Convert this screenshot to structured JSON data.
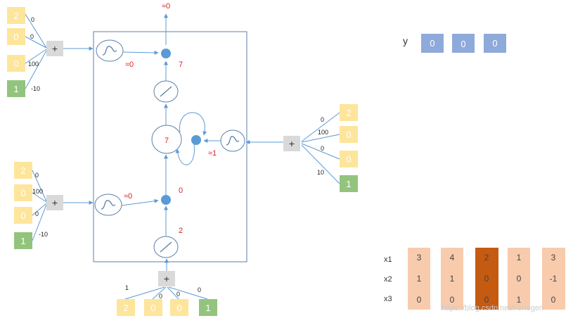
{
  "diagram": {
    "output_label": "≈0",
    "output_gate_value": "≈0",
    "output_dot_value": "7",
    "cell_value": "7",
    "forget_gate_value": "≈1",
    "input_gate_value": "≈0",
    "input_dot_value": "0",
    "candidate_value": "2",
    "plus": "+"
  },
  "output_gate_inputs": {
    "values": [
      "2",
      "0",
      "0",
      "1"
    ],
    "weights": [
      "0",
      "0",
      "100",
      "-10"
    ]
  },
  "input_gate_inputs": {
    "values": [
      "2",
      "0",
      "0",
      "1"
    ],
    "weights": [
      "0",
      "100",
      "0",
      "-10"
    ]
  },
  "forget_gate_inputs": {
    "values": [
      "2",
      "0",
      "0",
      "1"
    ],
    "weights": [
      "0",
      "100",
      "0",
      "10"
    ]
  },
  "candidate_inputs": {
    "values": [
      "2",
      "0",
      "0",
      "1"
    ],
    "weights": [
      "1",
      "0",
      "0",
      "0"
    ]
  },
  "y_row": {
    "label": "y",
    "values": [
      "0",
      "0",
      "0"
    ]
  },
  "x_table": {
    "row_labels": [
      "x1",
      "x2",
      "x3"
    ],
    "columns": [
      [
        "3",
        "1",
        "0"
      ],
      [
        "4",
        "1",
        "0"
      ],
      [
        "2",
        "0",
        "0"
      ],
      [
        "1",
        "0",
        "1"
      ],
      [
        "3",
        "-1",
        "0"
      ]
    ],
    "highlight_column": 2
  },
  "watermark": "https://blog.csdn.net/Forlogen",
  "colors": {
    "yellow": "#fde59b",
    "green": "#93c47d",
    "blue_node": "#5b9bd5",
    "y_box": "#8eaadb",
    "cell": "#f8cbad",
    "cell_highlight": "#c55a11",
    "line": "#5b9bd5"
  }
}
